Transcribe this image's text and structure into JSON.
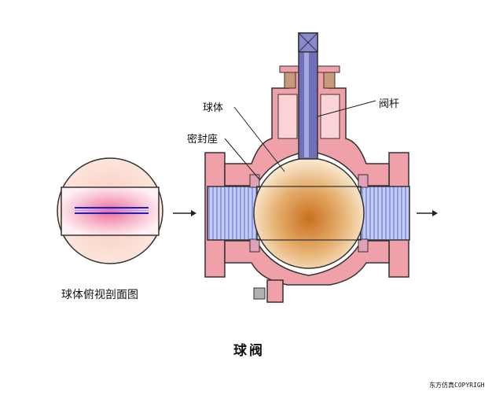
{
  "labels": {
    "ball": "球体",
    "seat": "密封座",
    "stem": "阀杆",
    "top_section": "球体俯视剖面图",
    "title": "球阀",
    "copyright": "东方仿真COPYRIGH"
  },
  "colors": {
    "body": "#f0a0a8",
    "outline": "#333333",
    "bore": "#a8b4f0",
    "ball_core": "#d07a2a",
    "ball_edge": "#f8e6c8",
    "stem": "#7070b8",
    "packing": "#c89a78",
    "bore_lines": "#2020c0"
  },
  "icons": [
    "flow-arrow-in-icon",
    "flow-arrow-out-icon"
  ]
}
